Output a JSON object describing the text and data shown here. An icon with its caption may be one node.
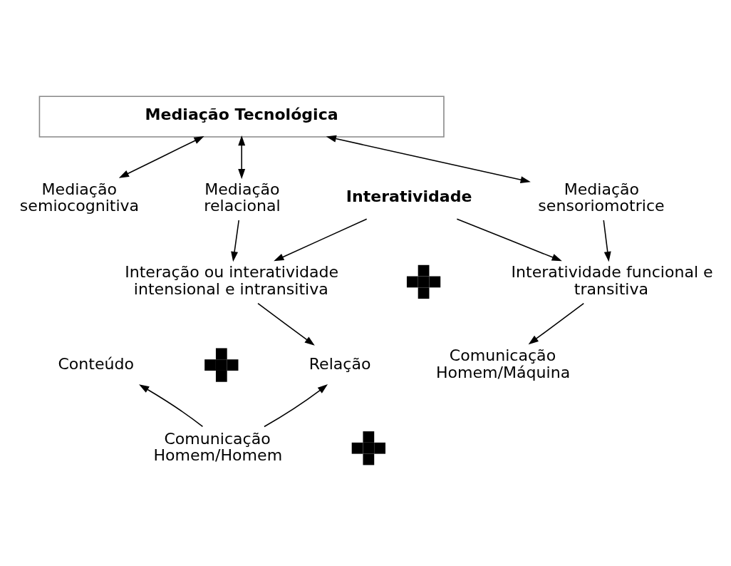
{
  "diagram": {
    "nodes": [
      {
        "text": [
          "Mediação Tecnológica"
        ]
      },
      {
        "text": [
          "Mediação semiocognitiva"
        ]
      },
      {
        "text": [
          "Mediação relacional"
        ]
      },
      {
        "text": [
          "Mediação sensoriomotrice"
        ]
      },
      {
        "text": [
          "Interatividade"
        ]
      },
      {
        "text": [
          "Interação ou interatividade intensional e intransitiva"
        ]
      },
      {
        "text": [
          "Interatividade funcional e transitiva"
        ]
      },
      {
        "text": [
          "Conteúdo"
        ]
      },
      {
        "text": [
          "Relação"
        ]
      },
      {
        "text": [
          "Comunicação Homem/Homem"
        ]
      },
      {
        "text": [
          "Comunicação Homem/Máquina"
        ]
      },
      {
        "text": [],
        "shape": "plus"
      },
      {
        "text": [],
        "shape": "plus"
      },
      {
        "text": [],
        "shape": "plus"
      }
    ],
    "edges": [
      {
        "from": 0,
        "to": 1,
        "arrow": "both"
      },
      {
        "from": 0,
        "to": 2,
        "arrow": "both"
      },
      {
        "from": 0,
        "to": 3,
        "arrow": "both"
      },
      {
        "from": 2,
        "to": 5,
        "arrow": "to"
      },
      {
        "from": 3,
        "to": 6,
        "arrow": "to"
      },
      {
        "from": 4,
        "to": 5,
        "arrow": "to"
      },
      {
        "from": 4,
        "to": 6,
        "arrow": "to"
      },
      {
        "from": 5,
        "to": 8,
        "arrow": "to"
      },
      {
        "from": 6,
        "to": 10,
        "arrow": "to"
      },
      {
        "from": 9,
        "to": 7,
        "arrow": "to"
      },
      {
        "from": 9,
        "to": 8,
        "arrow": "to"
      }
    ]
  }
}
